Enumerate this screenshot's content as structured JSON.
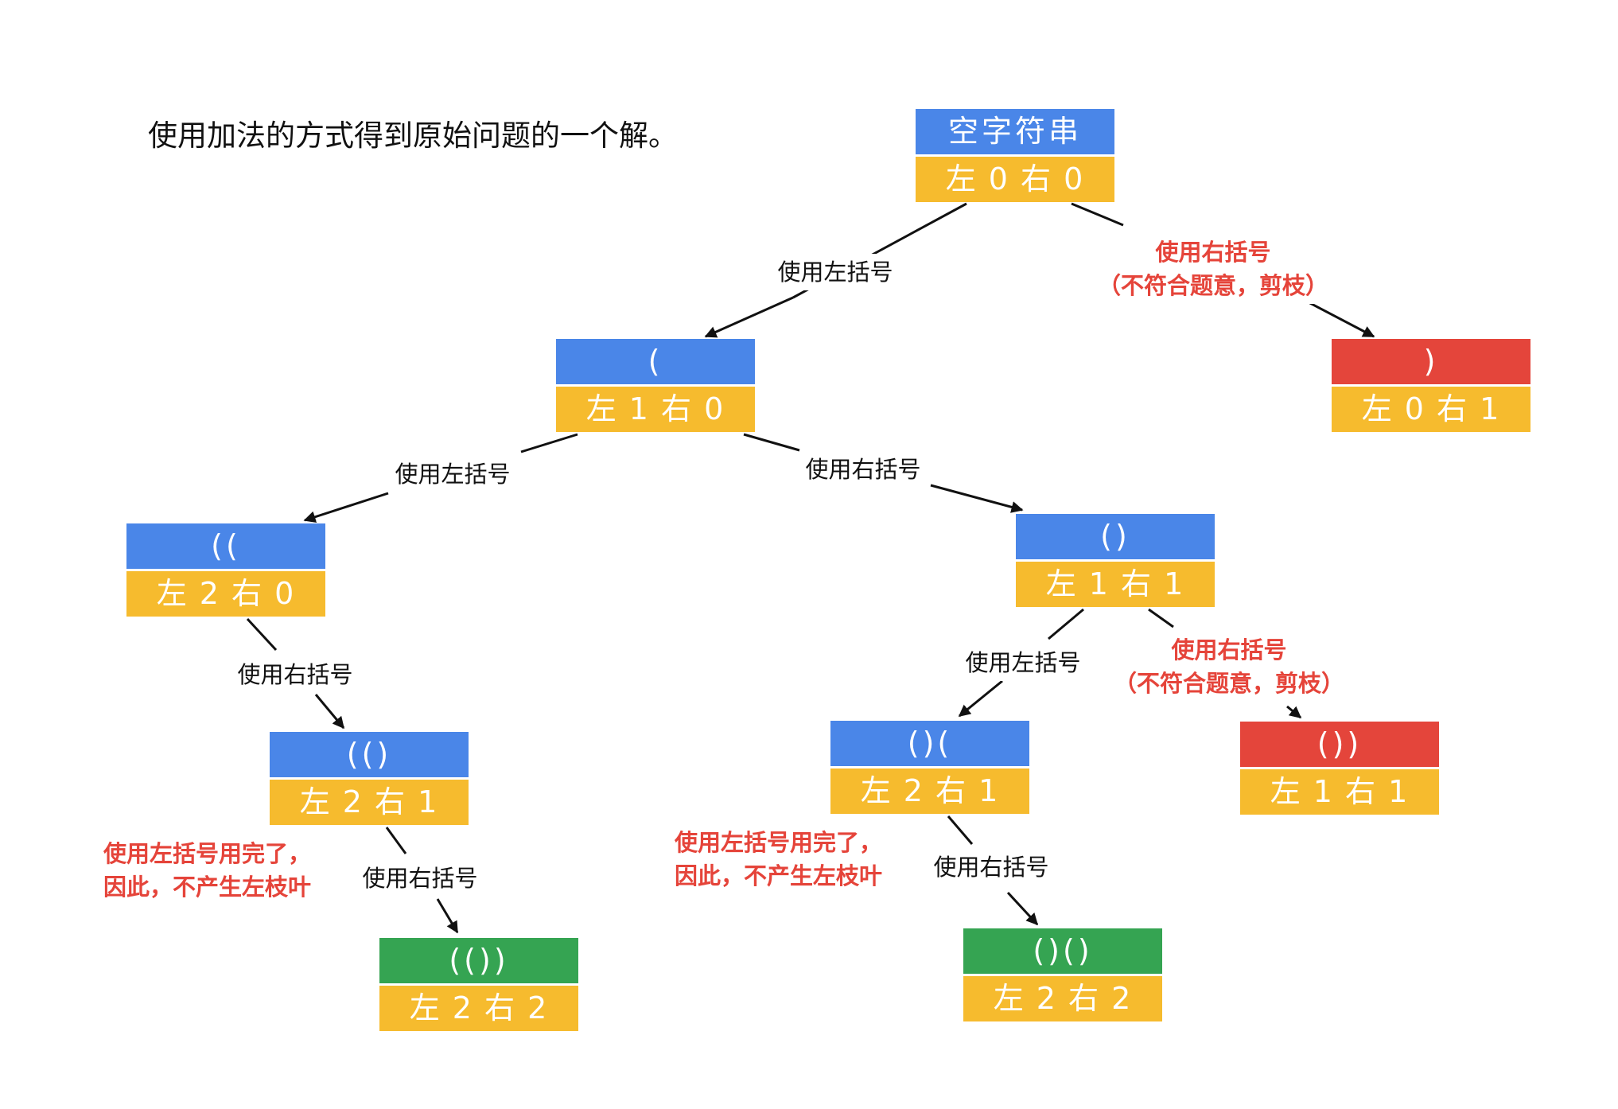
{
  "title": "使用加法的方式得到原始问题的一个解。",
  "colors": {
    "blue": "#4a86e8",
    "yellow": "#f6bb2e",
    "red": "#e4453b",
    "green": "#35a452",
    "note_red": "#e5443a"
  },
  "nodes": [
    {
      "id": "root",
      "str": "空字符串",
      "count": "左 0 右 0",
      "color": "blue"
    },
    {
      "id": "n1",
      "str": "(",
      "count": "左 1 右 0",
      "color": "blue"
    },
    {
      "id": "n2",
      "str": ")",
      "count": "左 0 右 1",
      "color": "red"
    },
    {
      "id": "n3",
      "str": "((",
      "count": "左 2 右 0",
      "color": "blue"
    },
    {
      "id": "n4",
      "str": "()",
      "count": "左 1 右 1",
      "color": "blue"
    },
    {
      "id": "n5",
      "str": "(()",
      "count": "左 2 右 1",
      "color": "blue"
    },
    {
      "id": "n6",
      "str": "()(",
      "count": "左 2 右 1",
      "color": "blue"
    },
    {
      "id": "n7",
      "str": "())",
      "count": "左 1 右 1",
      "color": "red"
    },
    {
      "id": "n8",
      "str": "(())",
      "count": "左 2 右 2",
      "color": "green"
    },
    {
      "id": "n9",
      "str": "()()",
      "count": "左 2 右 2",
      "color": "green"
    }
  ],
  "edges": [
    {
      "from": "root",
      "to": "n1",
      "label": "使用左括号"
    },
    {
      "from": "root",
      "to": "n2",
      "label": "使用右括号\n（不符合题意，剪枝）",
      "pruned": true
    },
    {
      "from": "n1",
      "to": "n3",
      "label": "使用左括号"
    },
    {
      "from": "n1",
      "to": "n4",
      "label": "使用右括号"
    },
    {
      "from": "n3",
      "to": "n5",
      "label": "使用右括号"
    },
    {
      "from": "n4",
      "to": "n6",
      "label": "使用左括号"
    },
    {
      "from": "n4",
      "to": "n7",
      "label": "使用右括号\n（不符合题意，剪枝）",
      "pruned": true
    },
    {
      "from": "n5",
      "to": "n8",
      "label": "使用右括号"
    },
    {
      "from": "n6",
      "to": "n9",
      "label": "使用右括号"
    }
  ],
  "notes": [
    {
      "text": "使用左括号用完了，\n因此，不产生左枝叶"
    },
    {
      "text": "使用左括号用完了，\n因此，不产生左枝叶"
    }
  ]
}
